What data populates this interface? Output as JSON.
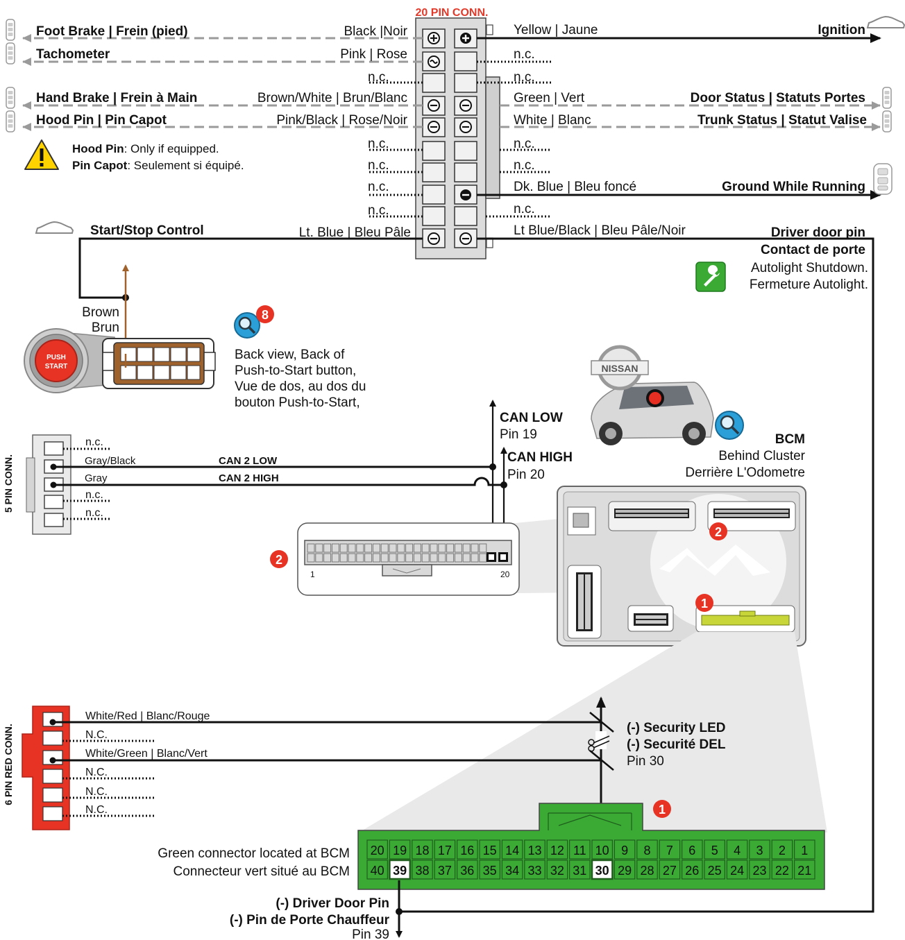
{
  "conn20": {
    "title": "20 PIN CONN.",
    "left": {
      "foot_brake": "Foot Brake | Frein (pied)",
      "black": "Black |Noir",
      "tachometer": "Tachometer",
      "pink": "Pink | Rose",
      "nc": "n.c.",
      "hand_brake_bold": "Hand Brake | Frein à Main",
      "brown_white": "Brown/White  | Brun/Blanc",
      "hood_pin": "Hood Pin | Pin Capot",
      "pink_black": "Pink/Black | Rose/Noir",
      "lt_blue": "Lt. Blue | Bleu Pâle",
      "start_stop": "Start/Stop Control"
    },
    "right": {
      "yellow": "Yellow | Jaune",
      "ignition": "Ignition",
      "nc": "n.c.",
      "green": "Green | Vert",
      "door_status": "Door Status | Statuts Portes",
      "white": "White | Blanc",
      "trunk_status": "Trunk Status | Statut Valise",
      "dk_blue": "Dk. Blue | Bleu foncé",
      "ground_running": "Ground While Running",
      "lt_blue_black": "Lt Blue/Black | Bleu Pâle/Noir",
      "driver_door": "Driver door pin",
      "contact_porte": "Contact de porte",
      "autolight1": "Autolight Shutdown.",
      "autolight2": "Fermeture Autolight."
    }
  },
  "warning": {
    "hood_label": "Hood Pin",
    "hood_text": ": Only if equipped.",
    "pin_label": "Pin Capot",
    "pin_text": ": Seulement si équipé."
  },
  "push_start": {
    "brown": "Brown",
    "brun": "Brun",
    "badge": "8",
    "button1": "PUSH",
    "button2": "START",
    "desc1": "Back view, Back of",
    "desc2": "Push-to-Start button,",
    "desc3": "Vue de dos, au dos du",
    "desc4": "bouton Push-to-Start,"
  },
  "conn5": {
    "title": "5 PIN CONN.",
    "nc": "n.c.",
    "gray_black": "Gray/Black",
    "gray": "Gray",
    "can2_low": "CAN 2 LOW",
    "can2_high": "CAN 2 HIGH",
    "can_low": "CAN LOW",
    "pin19": "Pin 19",
    "can_high": "CAN HIGH",
    "pin20": "Pin 20"
  },
  "bcm": {
    "title": "BCM",
    "sub1": "Behind Cluster",
    "sub2": "Derrière L'Odometre",
    "brand": "NISSAN",
    "badge1": "1",
    "badge2": "2",
    "pin_first": "1",
    "pin_last": "20"
  },
  "conn6": {
    "title": "6 PIN RED CONN.",
    "white_red": "White/Red | Blanc/Rouge",
    "nc": "N.C.",
    "white_green": "White/Green | Blanc/Vert",
    "security1": "(-) Security LED",
    "security2": "(-) Securité DEL",
    "pin30": "Pin 30"
  },
  "green_conn": {
    "label1": "Green connector located at BCM",
    "label2": "Connecteur vert situé au BCM",
    "top_row": [
      "20",
      "19",
      "18",
      "17",
      "16",
      "15",
      "14",
      "13",
      "12",
      "11",
      "10",
      "9",
      "8",
      "7",
      "6",
      "5",
      "4",
      "3",
      "2",
      "1"
    ],
    "bottom_row": [
      "40",
      "39",
      "38",
      "37",
      "36",
      "35",
      "34",
      "33",
      "32",
      "31",
      "30",
      "29",
      "28",
      "27",
      "26",
      "25",
      "24",
      "23",
      "22",
      "21"
    ],
    "driver1": "(-) Driver Door Pin",
    "driver2": "(-) Pin de Porte Chauffeur",
    "pin39": "Pin 39",
    "badge": "1"
  }
}
